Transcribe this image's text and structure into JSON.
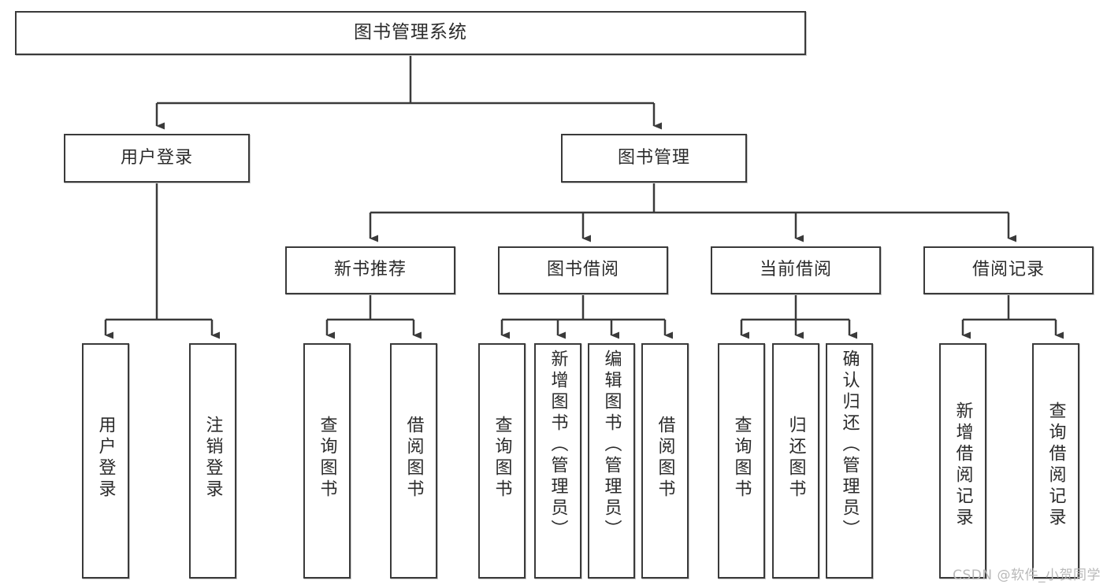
{
  "diagram": {
    "title": "图书管理系统",
    "watermark": "CSDN @软件_小贺同学",
    "levels": {
      "root": {
        "label": "图书管理系统"
      },
      "level2": [
        {
          "label": "用户登录"
        },
        {
          "label": "图书管理"
        }
      ],
      "level3": [
        {
          "label": "新书推荐"
        },
        {
          "label": "图书借阅"
        },
        {
          "label": "当前借阅"
        },
        {
          "label": "借阅记录"
        }
      ],
      "leaves": [
        {
          "label": "用户登录",
          "parent": "用户登录"
        },
        {
          "label": "注销登录",
          "parent": "用户登录"
        },
        {
          "label": "查询图书",
          "parent": "新书推荐"
        },
        {
          "label": "借阅图书",
          "parent": "新书推荐"
        },
        {
          "label": "查询图书",
          "parent": "图书借阅"
        },
        {
          "label": "新增图书（管理员）",
          "parent": "图书借阅"
        },
        {
          "label": "编辑图书（管理员）",
          "parent": "图书借阅"
        },
        {
          "label": "借阅图书",
          "parent": "图书借阅"
        },
        {
          "label": "查询图书",
          "parent": "当前借阅"
        },
        {
          "label": "归还图书",
          "parent": "当前借阅"
        },
        {
          "label": "确认归还（管理员）",
          "parent": "当前借阅"
        },
        {
          "label": "新增借阅记录",
          "parent": "借阅记录"
        },
        {
          "label": "查询借阅记录",
          "parent": "借阅记录"
        }
      ]
    },
    "colors": {
      "border": "#3a3a3a",
      "background": "#ffffff",
      "text": "#2b2b2b",
      "watermark": "#b9b9b9"
    }
  }
}
